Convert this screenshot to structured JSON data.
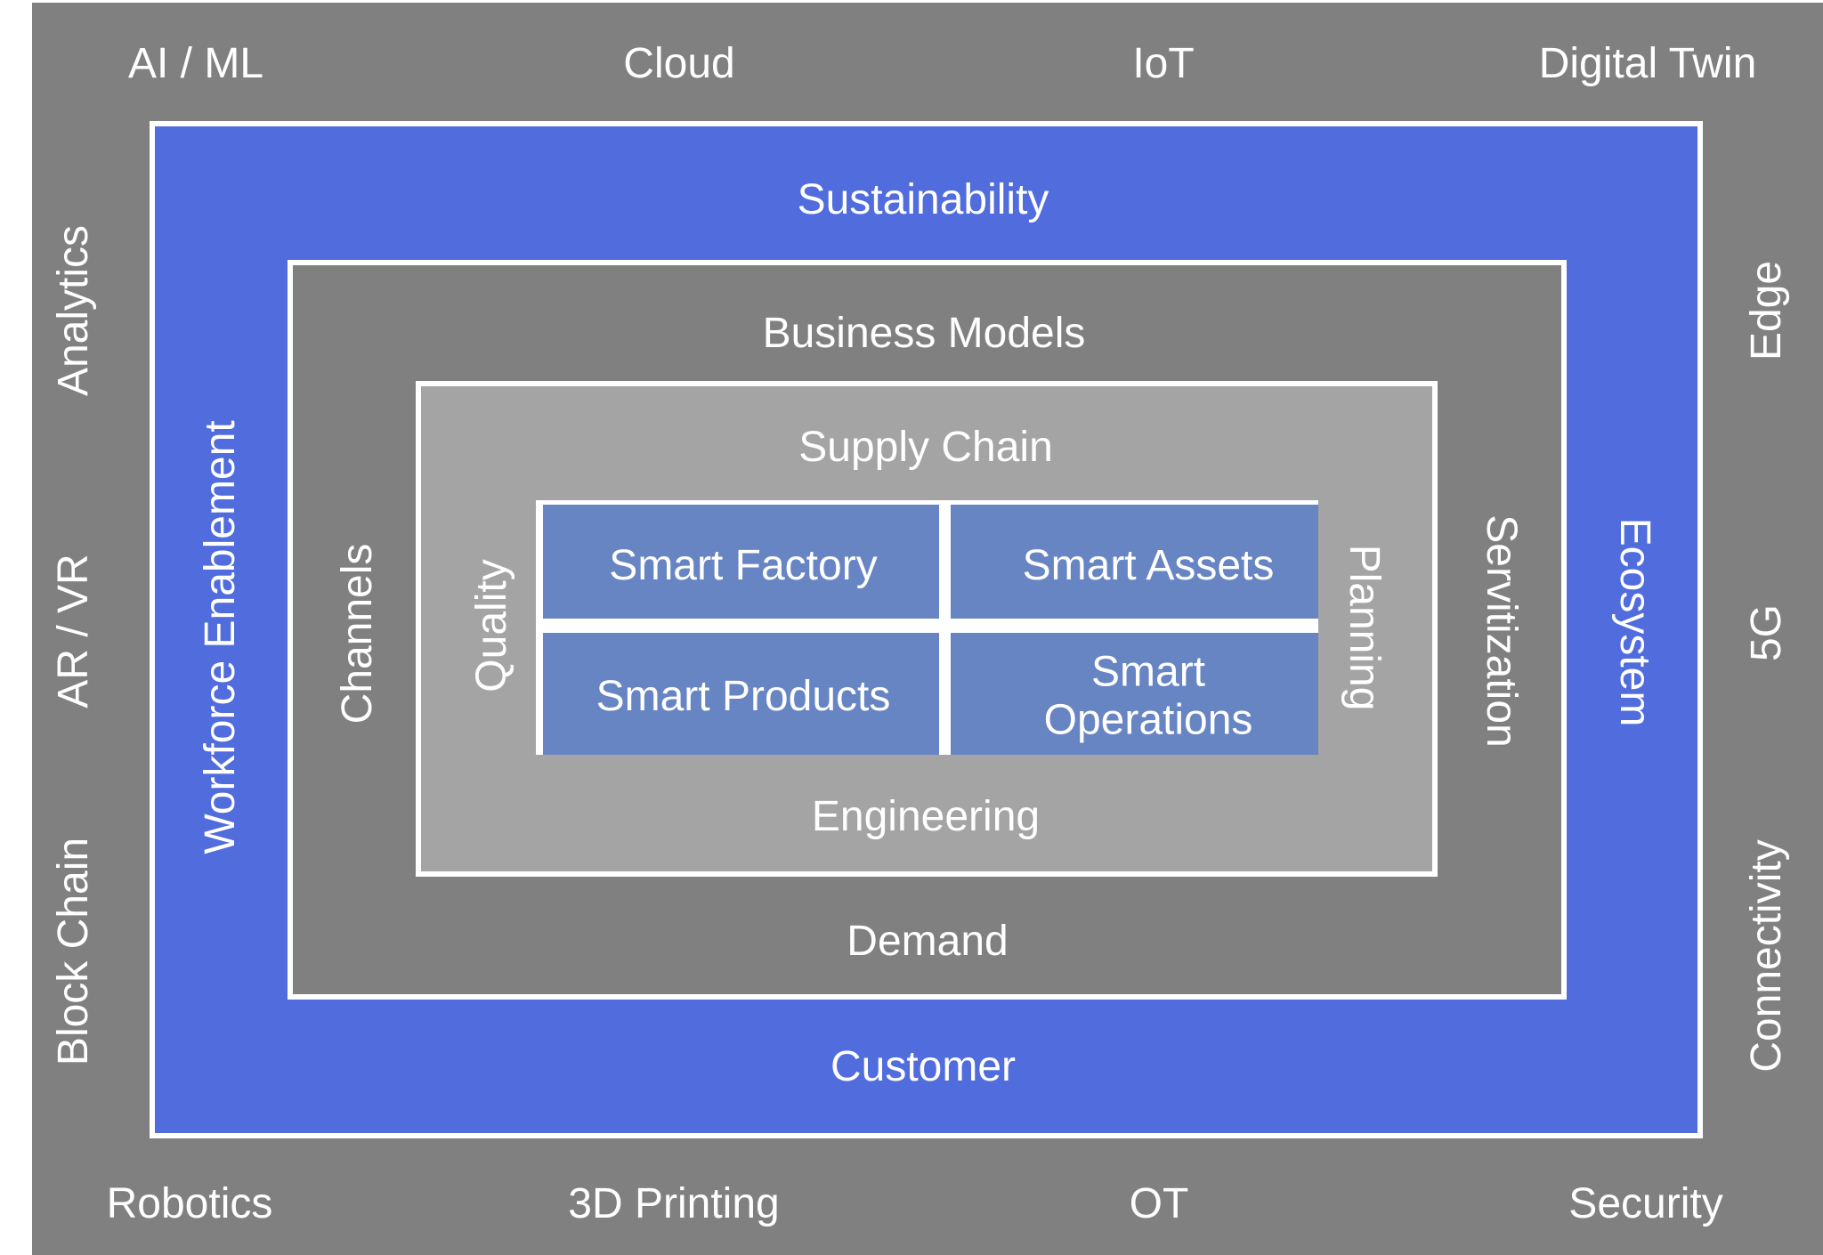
{
  "colors": {
    "outer_frame": "#808080",
    "blue_band": "#506cdd",
    "business_band": "#808080",
    "supply_band": "#a4a4a4",
    "core_cell": "#6785c3",
    "border": "#ffffff",
    "text": "#ffffff"
  },
  "outer": {
    "top": [
      "AI / ML",
      "Cloud",
      "IoT",
      "Digital Twin"
    ],
    "bottom": [
      "Robotics",
      "3D Printing",
      "OT",
      "Security"
    ],
    "left": [
      "Analytics",
      "AR / VR",
      "Block Chain"
    ],
    "right": [
      "Edge",
      "5G",
      "Connectivity"
    ]
  },
  "blue_layer": {
    "top": "Sustainability",
    "bottom": "Customer",
    "left": "Workforce Enablement",
    "right": "Ecosystem"
  },
  "business_layer": {
    "top": "Business Models",
    "bottom": "Demand",
    "left": "Channels",
    "right": "Servitization"
  },
  "supply_layer": {
    "top": "Supply Chain",
    "bottom": "Engineering",
    "left": "Quality",
    "right": "Planning"
  },
  "core": {
    "top_left": "Smart Factory",
    "top_right": "Smart Assets",
    "bottom_left": "Smart Products",
    "bottom_right_line1": "Smart",
    "bottom_right_line2": "Operations"
  }
}
